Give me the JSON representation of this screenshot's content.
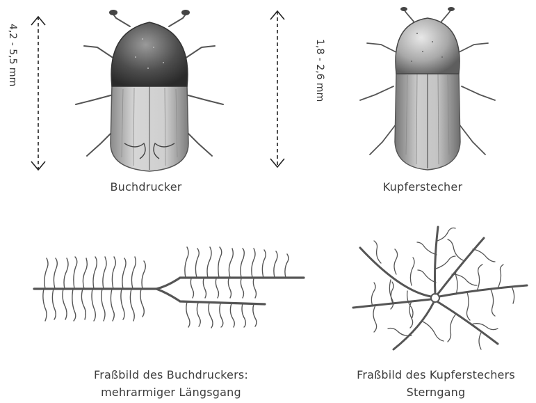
{
  "beetles": [
    {
      "name": "Buchdrucker",
      "size": "4,2 - 5,5 mm"
    },
    {
      "name": "Kupferstecher",
      "size": "1,8 - 2,6 mm"
    }
  ],
  "galleries": [
    {
      "line1": "Fraßbild des Buchdruckers:",
      "line2": "mehrarmiger Längsgang"
    },
    {
      "line1": "Fraßbild des Kupferstechers",
      "line2": "Sterngang"
    }
  ]
}
